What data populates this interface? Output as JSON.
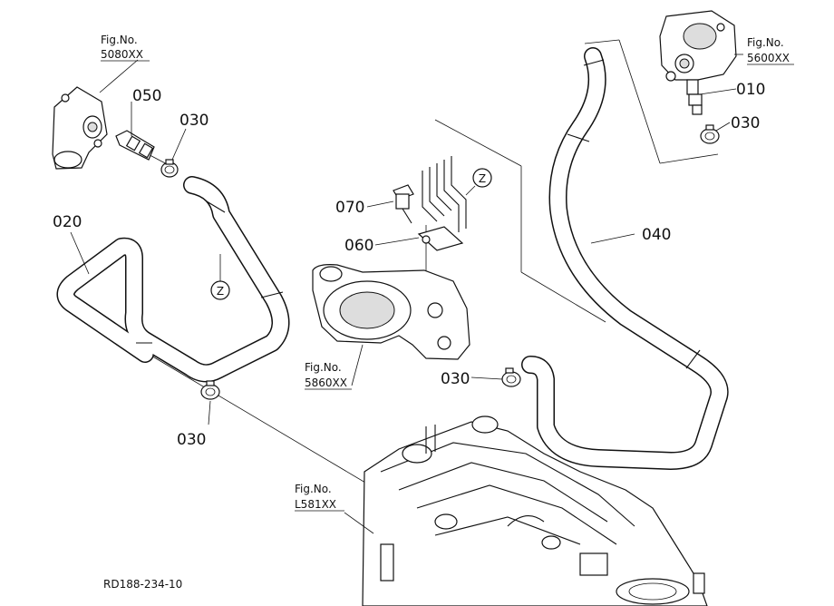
{
  "fig_refs": {
    "ref_5080": {
      "label": "Fig.No.",
      "number": "5080XX"
    },
    "ref_5600": {
      "label": "Fig.No.",
      "number": "5600XX"
    },
    "ref_5860": {
      "label": "Fig.No.",
      "number": "5860XX"
    },
    "ref_l581": {
      "label": "Fig.No.",
      "number": "L581XX"
    }
  },
  "callouts": {
    "p050": "050",
    "p030_top": "030",
    "p020": "020",
    "p030_left": "030",
    "p070": "070",
    "p060": "060",
    "p040": "040",
    "p030_mid": "030",
    "p010": "010",
    "p030_right": "030"
  },
  "markers": {
    "z_left": "Z",
    "z_right": "Z"
  },
  "drawing_code": "RD188-234-10"
}
